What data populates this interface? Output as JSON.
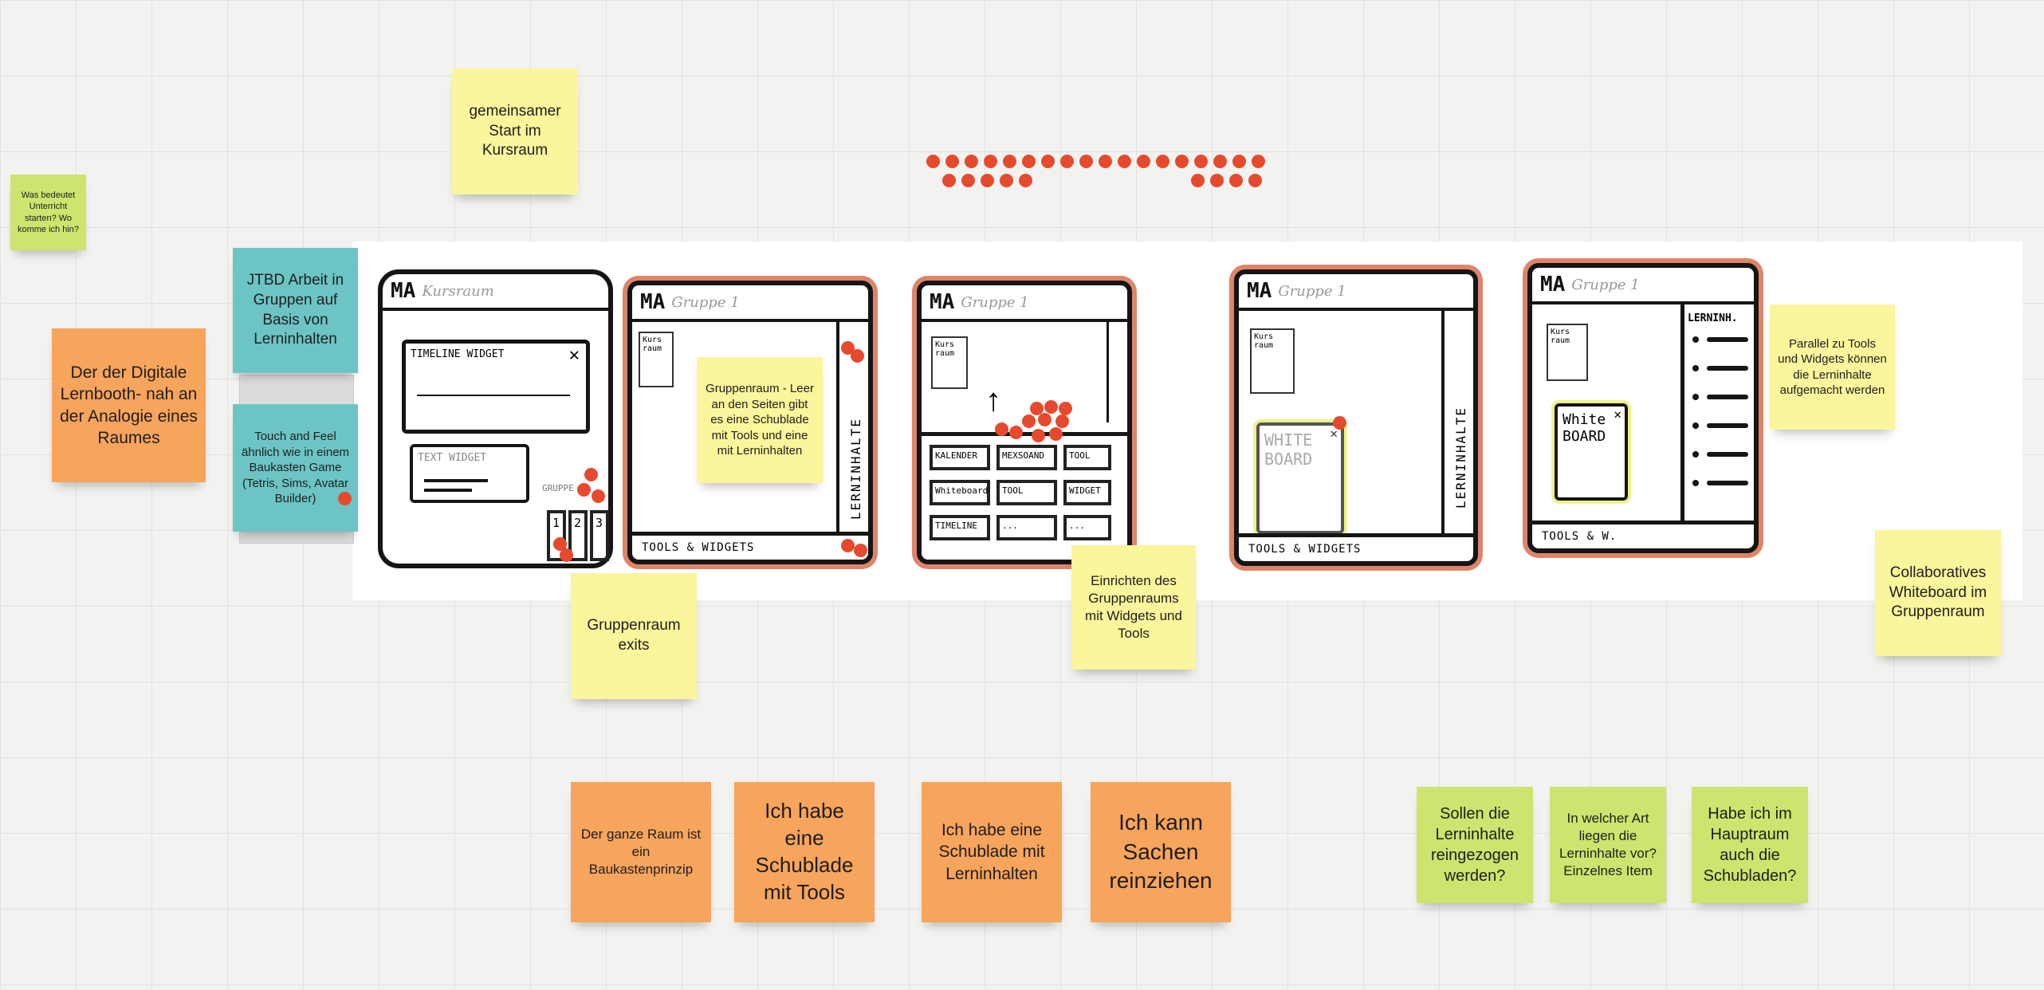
{
  "stickies": {
    "kursraum_start": "gemeinsamer Start im Kursraum",
    "unterricht_question": "Was bedeutet Unterricht starten? Wo komme ich hin?",
    "jtbd": "JTBD Arbeit in Gruppen auf Basis von Lerninhalten",
    "lernbooth": "Der der Digitale Lernbooth- nah an der Analogie eines Raumes",
    "touch_feel": "Touch and Feel ähnlich wie in einem Baukasten Game (Tetris, Sims, Avatar Builder)",
    "gruppenraum_leer": "Gruppenraum - Leer an den Seiten gibt es eine Schublade mit Tools und eine mit Lerninhalten",
    "gruppenraum_exits": "Gruppenraum exits",
    "einrichten": "Einrichten des Gruppenraums mit Widgets und Tools",
    "parallel_tools": "Parallel zu Tools und Widgets können die Lerninhalte aufgemacht werden",
    "collab_whiteboard": "Collaboratives Whiteboard im Gruppenraum",
    "baukastenprinzip": "Der ganze Raum ist ein Baukastenprinzip",
    "schublade_tools": "Ich habe eine Schublade mit Tools",
    "schublade_lerninhalten": "Ich habe eine Schublade mit Lerninhalten",
    "sachen_reinziehen": "Ich kann Sachen reinziehen",
    "lerninhalte_reinziehen": "Sollen die Lerninhalte reingezogen werden?",
    "art_lerninhalte": "In welcher Art liegen die Lerninhalte vor? Einzelnes Item",
    "hauptraum_schubladen": "Habe ich im Hauptraum auch die Schubladen?"
  },
  "sketches": {
    "s1": {
      "title": "MA",
      "subtitle": "Kursraum",
      "timeline_widget": "TIMELINE WIDGET",
      "text_widget": "TEXT WIDGET",
      "gruppe_label": "GRUPPE",
      "tabs": [
        "1",
        "2",
        "3"
      ]
    },
    "s2": {
      "title": "MA",
      "subtitle": "Gruppe 1",
      "mini_label": "Kurs raum",
      "side_label": "LERNINHALTE",
      "bottom_label": "TOOLS & WIDGETS"
    },
    "s3": {
      "title": "MA",
      "subtitle": "Gruppe 1",
      "mini_label": "Kurs raum",
      "cells": [
        "KALENDER",
        "MEXSOAND",
        "TOOL",
        "Whiteboard",
        "TOOL",
        "WIDGET",
        "TIMELINE",
        "...",
        "..."
      ]
    },
    "s4": {
      "title": "MA",
      "subtitle": "Gruppe 1",
      "mini_label": "Kurs raum",
      "whiteboard_label": "WHITE BOARD",
      "side_label": "LERNINHALTE",
      "bottom_label": "TOOLS & WIDGETS"
    },
    "s5": {
      "title": "MA",
      "subtitle": "Gruppe 1",
      "mini_label": "Kurs raum",
      "whiteboard_label": "White BOARD",
      "side_label": "LERNINH.",
      "bottom_label": "TOOLS & W."
    }
  },
  "colors": {
    "yellow": "#fbf59c",
    "orange": "#f7a45c",
    "teal": "#6cc5c4",
    "lime": "#cde46e",
    "dot": "#e64a2e",
    "frame_accent": "#de8468"
  }
}
